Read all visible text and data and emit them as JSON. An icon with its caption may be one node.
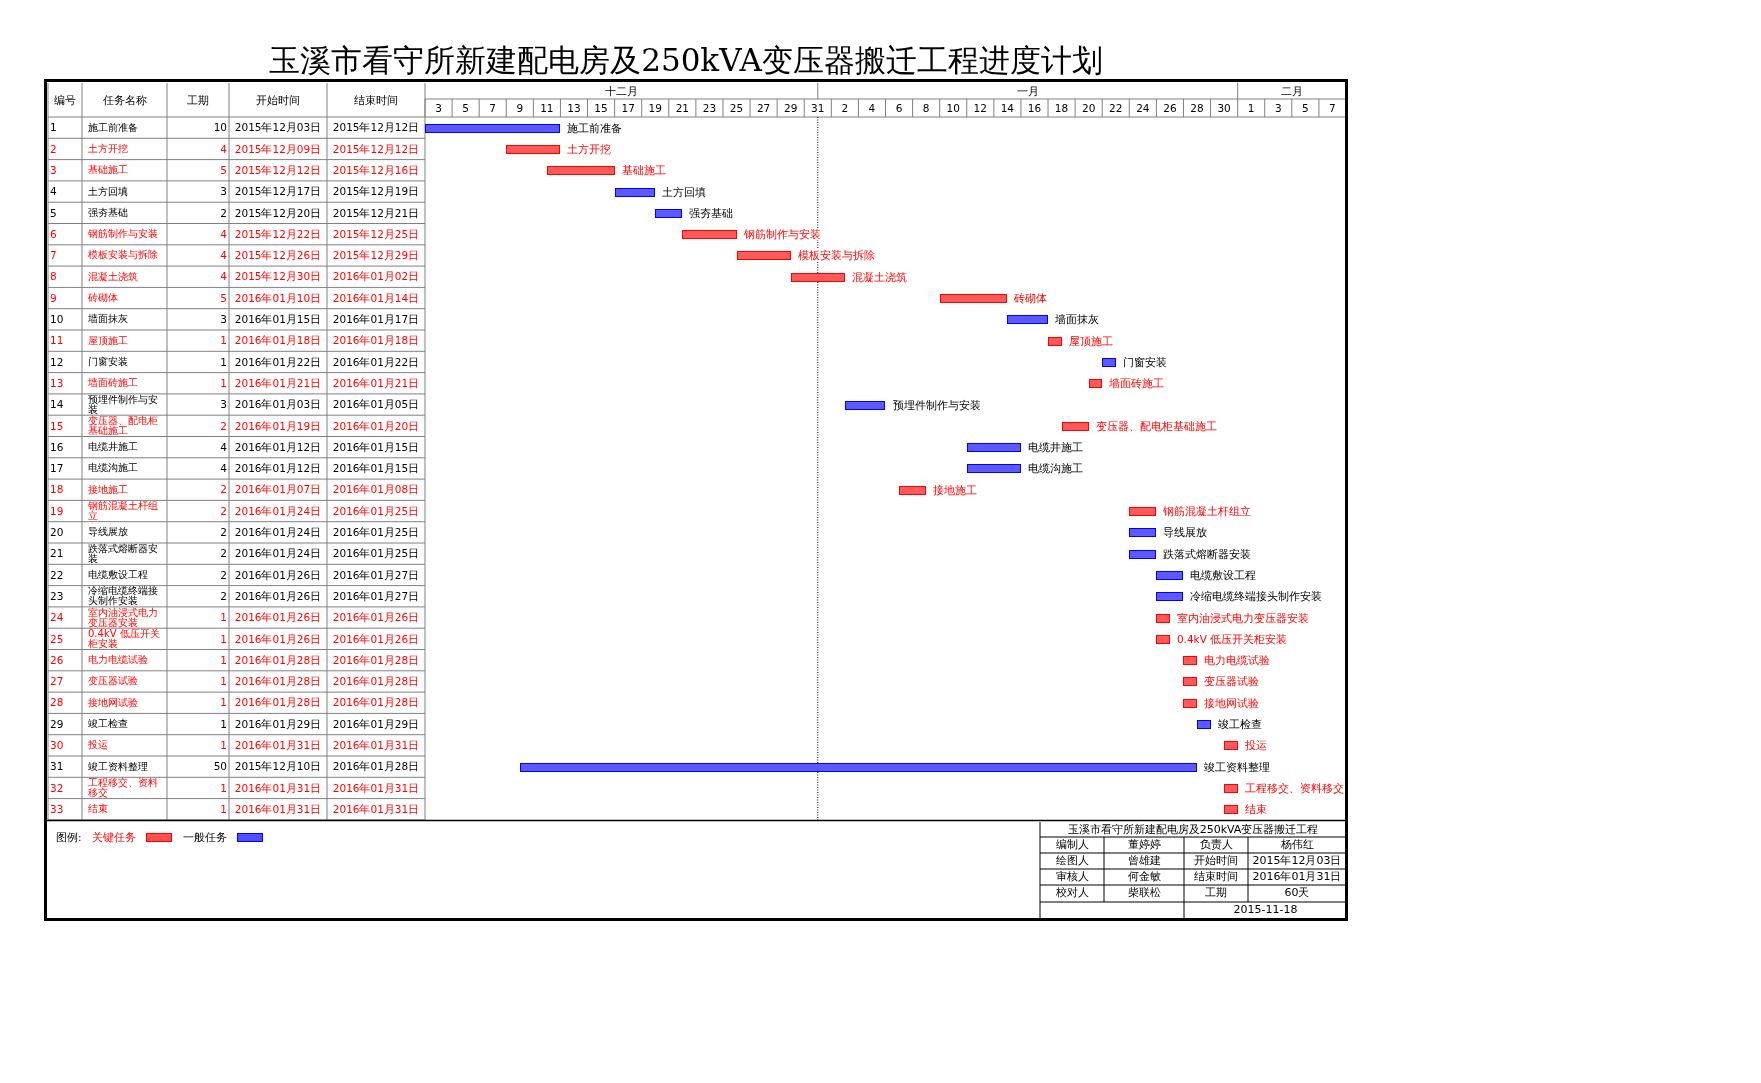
{
  "diagram": {
    "title": "玉溪市看守所新建配电房及250kVA变压器搬迁工程进度计划",
    "nodes": [
      {
        "text": [],
        "shape": "bar",
        "beside": [
          "施工前准备"
        ]
      },
      {
        "text": [],
        "shape": "bar",
        "beside": [
          "土方开挖"
        ]
      },
      {
        "text": [],
        "shape": "bar",
        "beside": [
          "基础施工"
        ]
      },
      {
        "text": [],
        "shape": "bar",
        "beside": [
          "土方回填"
        ]
      },
      {
        "text": [],
        "shape": "bar",
        "beside": [
          "强夯基础"
        ]
      },
      {
        "text": [],
        "shape": "bar",
        "beside": [
          "钢筋制作与安装"
        ]
      },
      {
        "text": [],
        "shape": "bar",
        "beside": [
          "模板安装与拆除"
        ]
      },
      {
        "text": [],
        "shape": "bar",
        "beside": [
          "混凝土浇筑"
        ]
      },
      {
        "text": [],
        "shape": "bar",
        "beside": [
          "砖砌体"
        ]
      },
      {
        "text": [],
        "shape": "bar",
        "beside": [
          "墙面抹灰"
        ]
      },
      {
        "text": [],
        "shape": "bar",
        "beside": [
          "屋顶施工"
        ]
      },
      {
        "text": [],
        "shape": "bar",
        "beside": [
          "门窗安装"
        ]
      },
      {
        "text": [],
        "shape": "bar",
        "beside": [
          "墙面砖施工"
        ]
      },
      {
        "text": [],
        "shape": "bar",
        "beside": [
          "预埋件制作与安装"
        ]
      },
      {
        "text": [],
        "shape": "bar",
        "beside": [
          "变压器、配电柜基础施工"
        ]
      },
      {
        "text": [],
        "shape": "bar",
        "beside": [
          "电缆井施工"
        ]
      },
      {
        "text": [],
        "shape": "bar",
        "beside": [
          "电缆沟施工"
        ]
      },
      {
        "text": [],
        "shape": "bar",
        "beside": [
          "接地施工"
        ]
      },
      {
        "text": [],
        "shape": "bar",
        "beside": [
          "钢筋混凝土杆组立"
        ]
      },
      {
        "text": [],
        "shape": "bar",
        "beside": [
          "导线展放"
        ]
      },
      {
        "text": [],
        "shape": "bar",
        "beside": [
          "跌落式熔断器安装"
        ]
      },
      {
        "text": [],
        "shape": "bar",
        "beside": [
          "电缆敷设工程"
        ]
      },
      {
        "text": [],
        "shape": "bar",
        "beside": [
          "冷缩电缆终端接头制作安装"
        ]
      },
      {
        "text": [],
        "shape": "bar",
        "beside": [
          "室内油浸式电力变压器安装"
        ]
      },
      {
        "text": [],
        "shape": "bar",
        "beside": [
          "0.4kV 低压开关柜安装"
        ]
      },
      {
        "text": [],
        "shape": "bar",
        "beside": [
          "电力电缆试验"
        ]
      },
      {
        "text": [],
        "shape": "bar",
        "beside": [
          "变压器试验"
        ]
      },
      {
        "text": [],
        "shape": "bar",
        "beside": [
          "接地网试验"
        ]
      },
      {
        "text": [],
        "shape": "bar",
        "beside": [
          "竣工检查"
        ]
      },
      {
        "text": [],
        "shape": "bar",
        "beside": [
          "投运"
        ]
      },
      {
        "text": [],
        "shape": "bar",
        "beside": [
          "竣工资料整理"
        ]
      },
      {
        "text": [],
        "shape": "bar",
        "beside": [
          "工程移交、资料移交"
        ]
      },
      {
        "text": [],
        "shape": "bar",
        "beside": [
          "结束"
        ]
      }
    ],
    "edges": [],
    "labels": [
      "编号",
      "任务名称",
      "工期",
      "开始时间",
      "结束时间",
      "十二月",
      "一月",
      "二月",
      "3",
      "5",
      "7",
      "9",
      "11",
      "13",
      "15",
      "17",
      "19",
      "21",
      "23",
      "25",
      "27",
      "29",
      "31",
      "2",
      "4",
      "6",
      "8",
      "10",
      "12",
      "14",
      "16",
      "18",
      "20",
      "22",
      "24",
      "26",
      "28",
      "30",
      "1",
      "3",
      "5",
      "7",
      "1",
      "施工前准备",
      "10",
      "2015年12月03日",
      "2015年12月12日",
      "2",
      "土方开挖",
      "4",
      "2015年12月09日",
      "2015年12月12日",
      "3",
      "基础施工",
      "5",
      "2015年12月12日",
      "2015年12月16日",
      "4",
      "土方回填",
      "3",
      "2015年12月17日",
      "2015年12月19日",
      "5",
      "强夯基础",
      "2",
      "2015年12月20日",
      "2015年12月21日",
      "6",
      "钢筋制作与安装",
      "4",
      "2015年12月22日",
      "2015年12月25日",
      "7",
      "模板安装与拆除",
      "4",
      "2015年12月26日",
      "2015年12月29日",
      "8",
      "混凝土浇筑",
      "4",
      "2015年12月30日",
      "2016年01月02日",
      "9",
      "砖砌体",
      "5",
      "2016年01月10日",
      "2016年01月14日",
      "10",
      "墙面抹灰",
      "3",
      "2016年01月15日",
      "2016年01月17日",
      "11",
      "屋顶施工",
      "1",
      "2016年01月18日",
      "2016年01月18日",
      "12",
      "门窗安装",
      "1",
      "2016年01月22日",
      "2016年01月22日",
      "13",
      "墙面砖施工",
      "1",
      "2016年01月21日",
      "2016年01月21日",
      "14",
      "预埋件制作与安装",
      "3",
      "2016年01月03日",
      "2016年01月05日",
      "15",
      "变压器、配电柜基础施工",
      "2",
      "2016年01月19日",
      "2016年01月20日",
      "16",
      "电缆井施工",
      "4",
      "2016年01月12日",
      "2016年01月15日",
      "17",
      "电缆沟施工",
      "4",
      "2016年01月12日",
      "2016年01月15日",
      "18",
      "接地施工",
      "2",
      "2016年01月07日",
      "2016年01月08日",
      "19",
      "钢筋混凝土杆组立",
      "2",
      "2016年01月24日",
      "2016年01月25日",
      "20",
      "导线展放",
      "2",
      "2016年01月24日",
      "2016年01月25日",
      "21",
      "跌落式熔断器安装",
      "2",
      "2016年01月24日",
      "2016年01月25日",
      "22",
      "电缆敷设工程",
      "2",
      "2016年01月26日",
      "2016年01月27日",
      "23",
      "冷缩电缆终端接头制作安装",
      "2",
      "2016年01月26日",
      "2016年01月27日",
      "24",
      "室内油浸式电力变压器安装",
      "1",
      "2016年01月26日",
      "2016年01月26日",
      "25",
      "0.4kV 低压开关柜安装",
      "1",
      "2016年01月26日",
      "2016年01月26日",
      "26",
      "电力电缆试验",
      "1",
      "2016年01月28日",
      "2016年01月28日",
      "27",
      "变压器试验",
      "1",
      "2016年01月28日",
      "2016年01月28日",
      "28",
      "接地网试验",
      "1",
      "2016年01月28日",
      "2016年01月28日",
      "29",
      "竣工检查",
      "1",
      "2016年01月29日",
      "2016年01月29日",
      "30",
      "投运",
      "1",
      "2016年01月31日",
      "2016年01月31日",
      "31",
      "竣工资料整理",
      "50",
      "2015年12月10日",
      "2016年01月28日",
      "32",
      "工程移交、资料移交",
      "1",
      "2016年01月31日",
      "2016年01月31日",
      "33",
      "结束",
      "1",
      "2016年01月31日",
      "2016年01月31日",
      "图例:",
      "玉溪市看守所新建配电房及250kVA变压器搬迁工程",
      "编制人",
      "董婷婷",
      "负责人",
      "杨伟红",
      "绘图人",
      "曾雄建",
      "开始时间",
      "2015年12月03日",
      "审核人",
      "何金敏",
      "结束时间",
      "2016年01月31日",
      "校对人",
      "柴联松",
      "工期",
      "60天",
      "2015-11-18"
    ],
    "legend": [
      {
        "text": "关键任务",
        "color": "#ff0000"
      },
      {
        "text": "一般任务",
        "color": "#0000ff"
      }
    ]
  }
}
